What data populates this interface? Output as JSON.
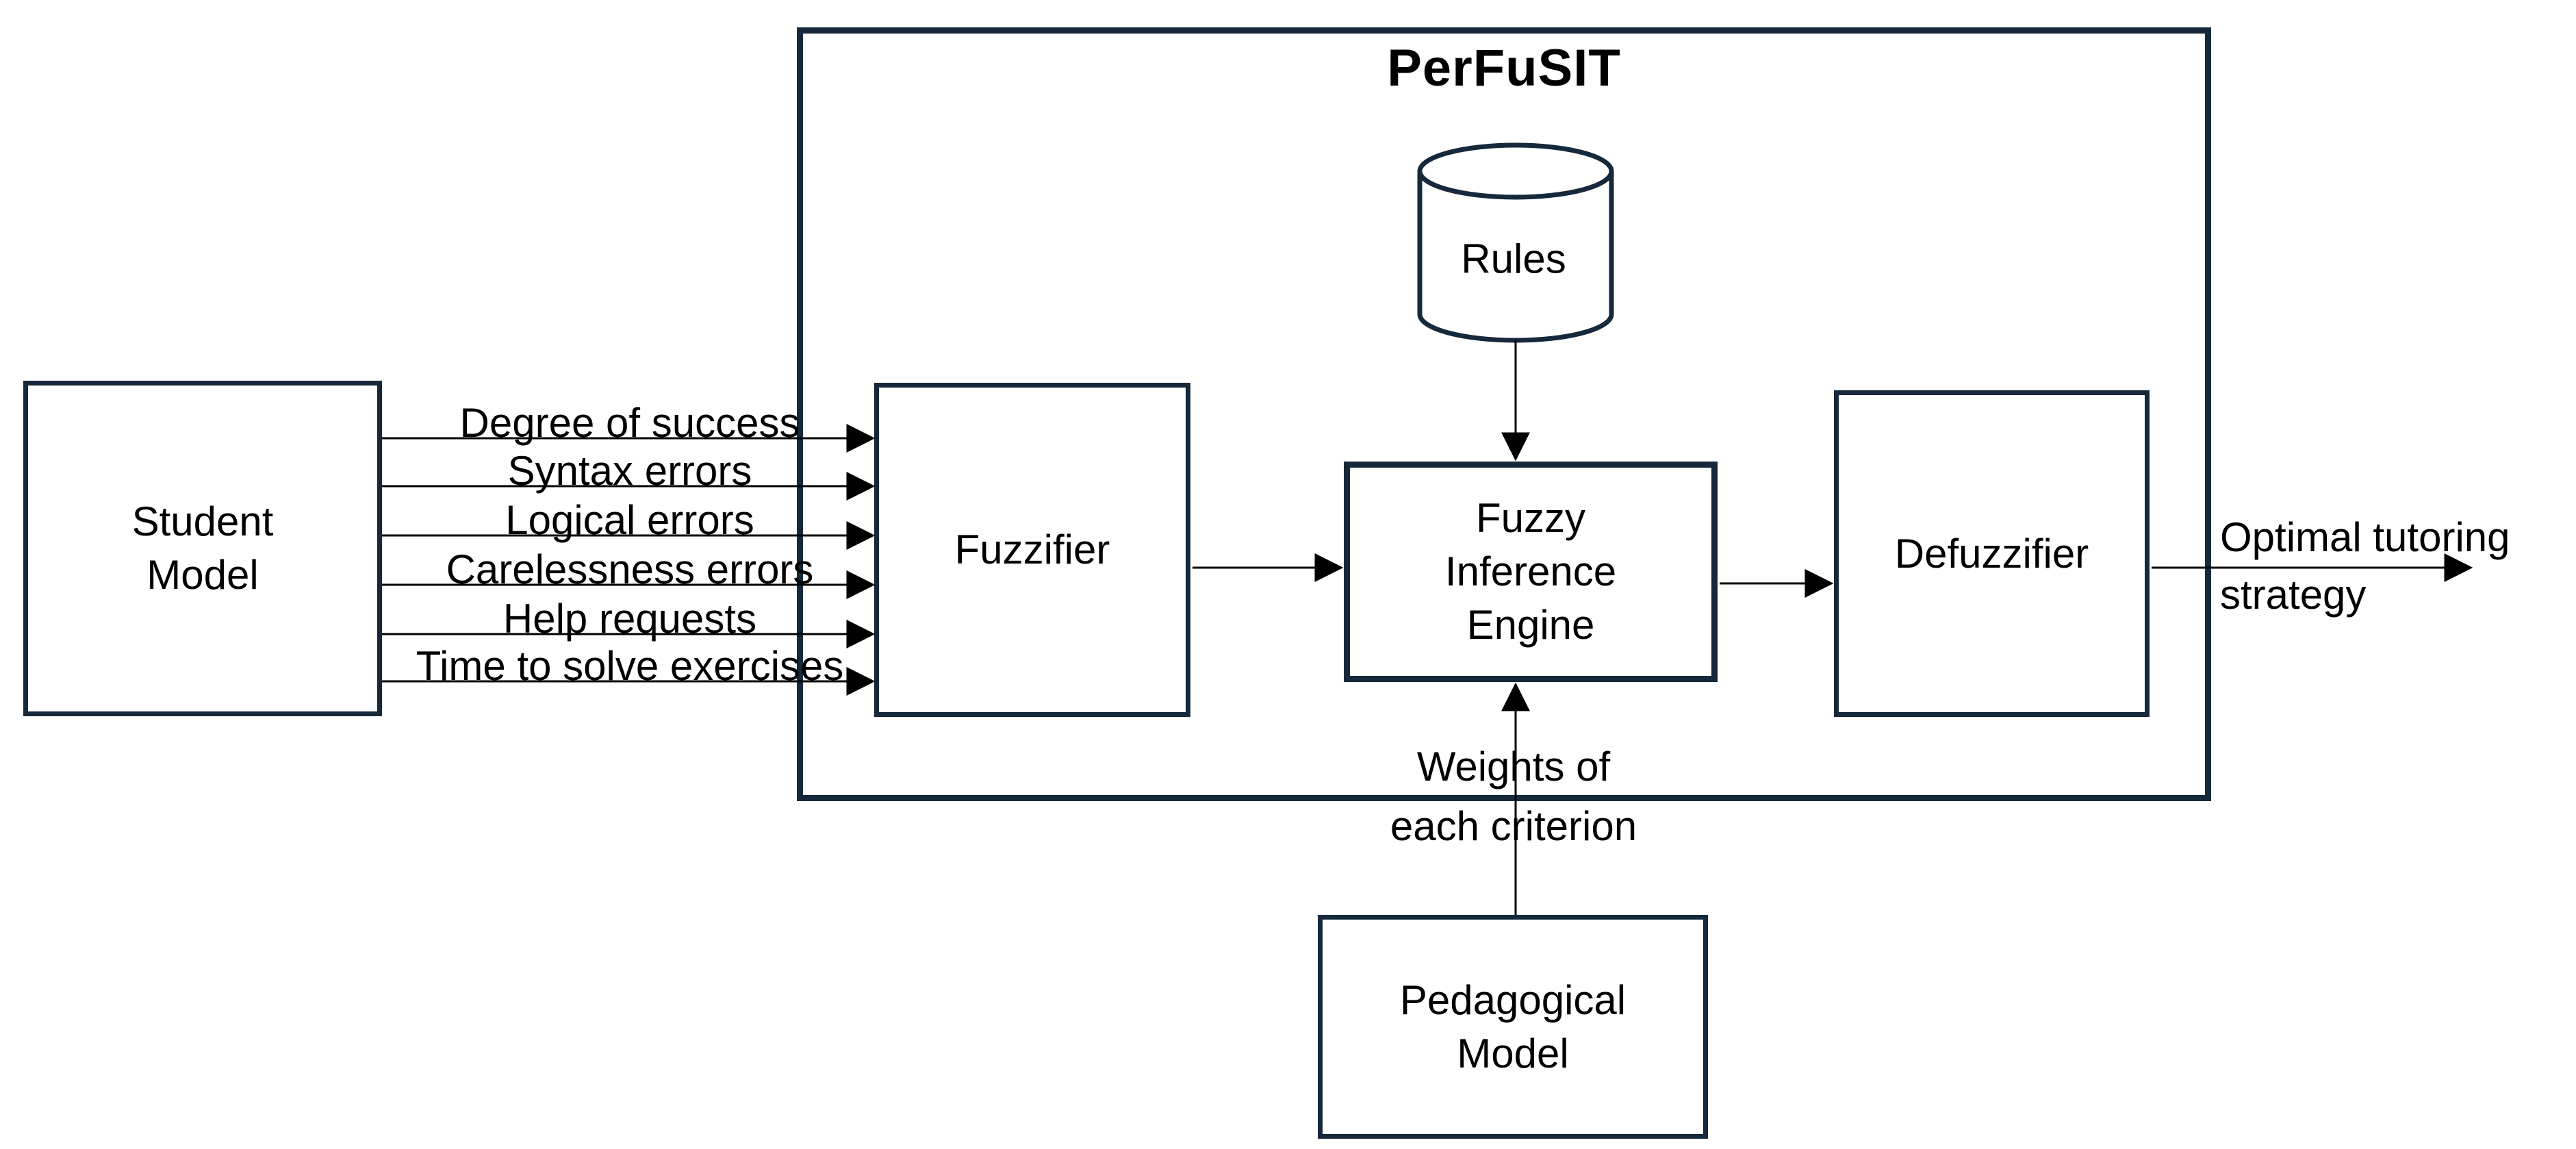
{
  "title": "PerFuSIT",
  "colors": {
    "box_border": "#15293B",
    "arrow_line": "#000000",
    "background": "#FFFFFF",
    "text": "#000000"
  },
  "boxes": {
    "student": {
      "label": "Student\nModel"
    },
    "fuzzifier": {
      "label": "Fuzzifier"
    },
    "inference": {
      "label": "Fuzzy\nInference\nEngine"
    },
    "defuzzifier": {
      "label": "Defuzzifier"
    },
    "pedagogical": {
      "label": "Pedagogical\nModel"
    },
    "rules": {
      "label": "Rules"
    }
  },
  "inputs": [
    {
      "label": "Degree of success"
    },
    {
      "label": "Syntax errors"
    },
    {
      "label": "Logical errors"
    },
    {
      "label": "Carelessness errors"
    },
    {
      "label": "Help requests"
    },
    {
      "label": "Time to solve exercises"
    }
  ],
  "annotations": {
    "weights": "Weights of\neach criterion",
    "output": "Optimal tutoring\nstrategy"
  }
}
